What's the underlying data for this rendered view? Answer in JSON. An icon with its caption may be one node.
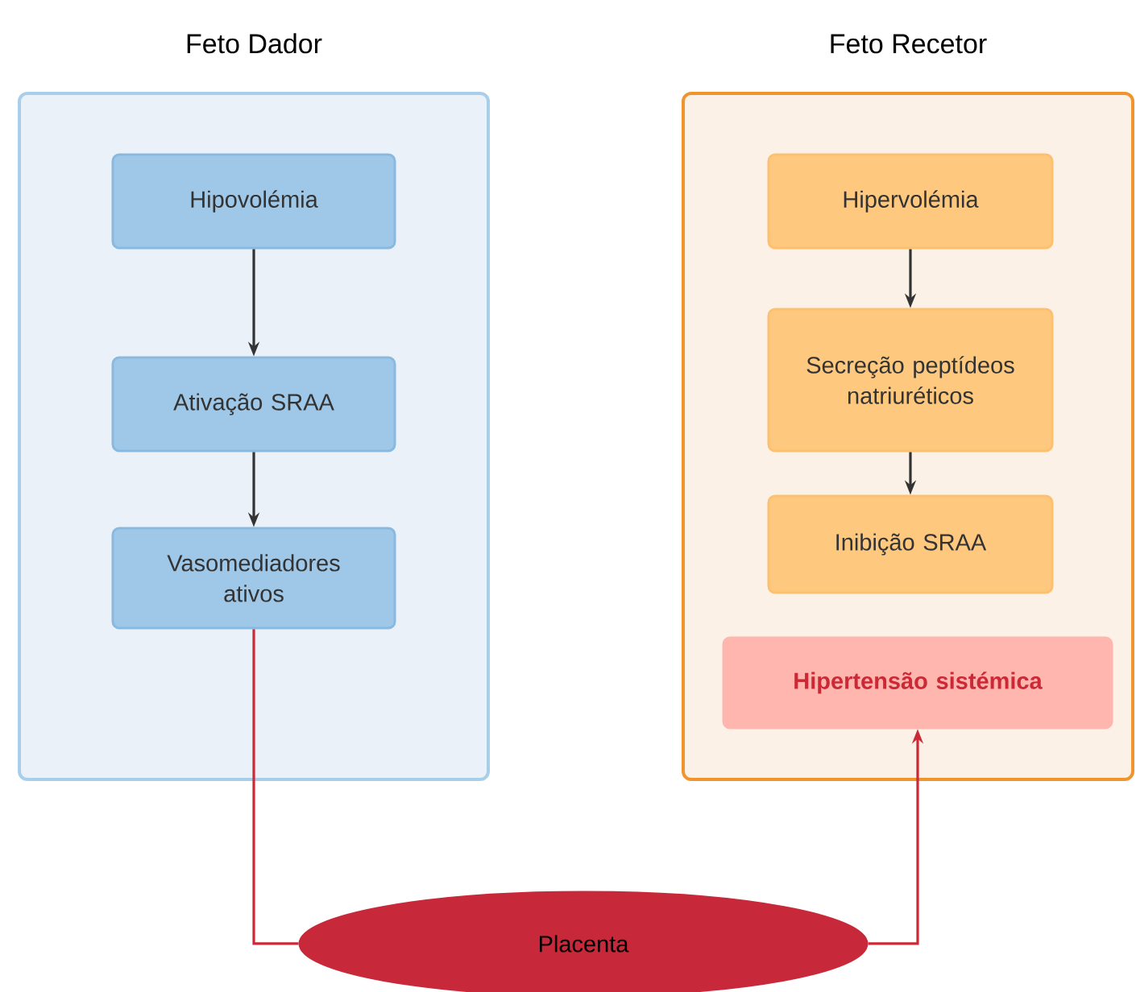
{
  "diagram": {
    "nodes": [
      {
        "text": [
          "Feto Dador"
        ]
      },
      {
        "text": [
          "Hipovolémia"
        ],
        "in": 0
      },
      {
        "text": [
          "Ativação SRAA"
        ],
        "in": 0
      },
      {
        "text": [
          "Vasomediadores ativos"
        ],
        "in": 0
      },
      {
        "text": [
          "Feto Recetor"
        ]
      },
      {
        "text": [
          "Hipervolémia"
        ],
        "in": 4
      },
      {
        "text": [
          "Secreção peptídeos natriuréticos"
        ],
        "in": 4
      },
      {
        "text": [
          "Inibição SRAA"
        ],
        "in": 4
      },
      {
        "text": [
          "Hipertensão sistémica"
        ],
        "in": 4
      },
      {
        "text": [
          "Placenta"
        ]
      }
    ],
    "edges": [
      {
        "from": 1,
        "to": 2,
        "arrow": "to"
      },
      {
        "from": 2,
        "to": 3,
        "arrow": "to"
      },
      {
        "from": 5,
        "to": 6,
        "arrow": "to"
      },
      {
        "from": 6,
        "to": 7,
        "arrow": "to"
      },
      {
        "from": 3,
        "to": 9,
        "arrow": "none",
        "color": "#cc2936"
      },
      {
        "from": 9,
        "to": 8,
        "arrow": "to",
        "color": "#cc2936"
      }
    ]
  }
}
